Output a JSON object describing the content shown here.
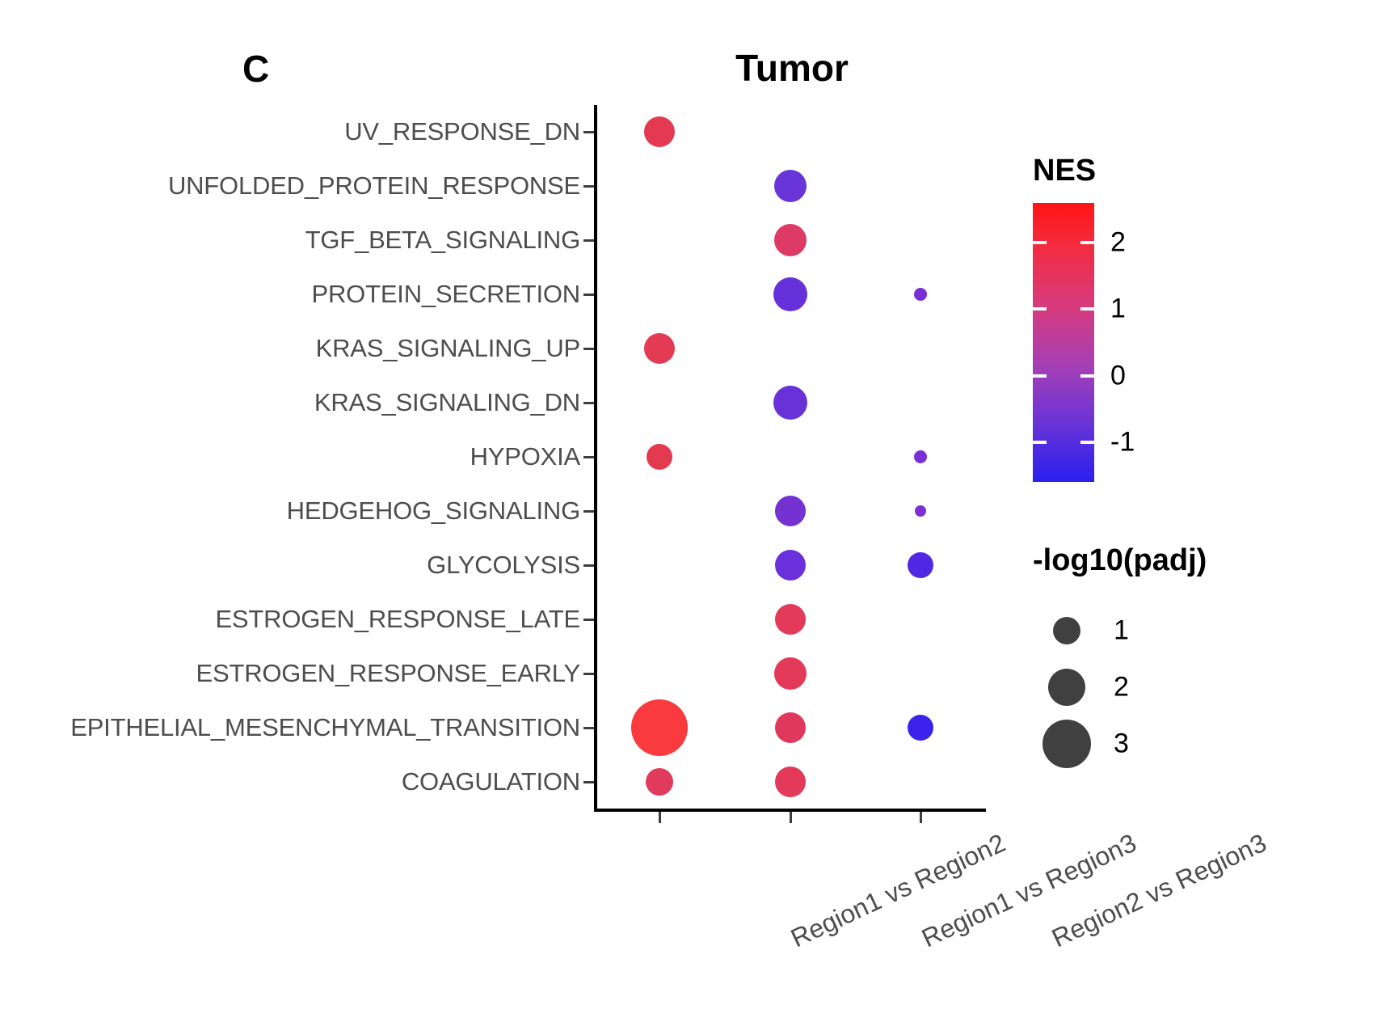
{
  "panel_letter": "C",
  "title": "Tumor",
  "chart_data": {
    "type": "scatter",
    "plot_style": "dot-plot (bubble plot)",
    "title": "Tumor",
    "panel_label": "C",
    "xlabel": "",
    "ylabel": "",
    "grid": false,
    "categories_x": [
      "Region1 vs Region2",
      "Region1 vs Region3",
      "Region2 vs Region3"
    ],
    "categories_y": [
      "UV_RESPONSE_DN",
      "UNFOLDED_PROTEIN_RESPONSE",
      "TGF_BETA_SIGNALING",
      "PROTEIN_SECRETION",
      "KRAS_SIGNALING_UP",
      "KRAS_SIGNALING_DN",
      "HYPOXIA",
      "HEDGEHOG_SIGNALING",
      "GLYCOLYSIS",
      "ESTROGEN_RESPONSE_LATE",
      "ESTROGEN_RESPONSE_EARLY",
      "EPITHELIAL_MESENCHYMAL_TRANSITION",
      "COAGULATION"
    ],
    "color_legend": {
      "name": "NES",
      "title": "NES",
      "ticks": [
        2,
        1,
        0,
        -1
      ],
      "range": [
        -1.6,
        2.6
      ],
      "colormap": [
        "#2a20ee",
        "#6d34d6",
        "#a63fb4",
        "#d93a7a",
        "#f42a3c",
        "#ff1414"
      ],
      "low_color": "#2020ee",
      "high_color": "#ff1414",
      "position": "right"
    },
    "size_legend": {
      "name": "-log10(padj)",
      "title": "-log10(padj)",
      "breaks": [
        1,
        2,
        3
      ],
      "labels": [
        "1",
        "2",
        "3"
      ],
      "dot_color": "#404040",
      "position": "right"
    },
    "points": [
      {
        "x": "Region1 vs Region2",
        "y": "UV_RESPONSE_DN",
        "NES": 1.95,
        "neglog10padj": 1.25,
        "color": "#e33a51",
        "r": 19
      },
      {
        "x": "Region1 vs Region2",
        "y": "KRAS_SIGNALING_UP",
        "NES": 2.0,
        "neglog10padj": 1.3,
        "color": "#e23b53",
        "r": 19
      },
      {
        "x": "Region1 vs Region2",
        "y": "HYPOXIA",
        "NES": 2.0,
        "neglog10padj": 1.05,
        "color": "#e33a50",
        "r": 16
      },
      {
        "x": "Region1 vs Region2",
        "y": "EPITHELIAL_MESENCHYMAL_TRANSITION",
        "NES": 2.45,
        "neglog10padj": 3.0,
        "color": "#f93b3f",
        "r": 35
      },
      {
        "x": "Region1 vs Region2",
        "y": "COAGULATION",
        "NES": 1.85,
        "neglog10padj": 1.15,
        "color": "#e03a5c",
        "r": 17
      },
      {
        "x": "Region1 vs Region3",
        "y": "UNFOLDED_PROTEIN_RESPONSE",
        "NES": -1.05,
        "neglog10padj": 1.35,
        "color": "#6934d8",
        "r": 20
      },
      {
        "x": "Region1 vs Region3",
        "y": "TGF_BETA_SIGNALING",
        "NES": 1.75,
        "neglog10padj": 1.35,
        "color": "#dd3a65",
        "r": 20
      },
      {
        "x": "Region1 vs Region3",
        "y": "PROTEIN_SECRETION",
        "NES": -1.1,
        "neglog10padj": 1.4,
        "color": "#6630da",
        "r": 21
      },
      {
        "x": "Region1 vs Region3",
        "y": "KRAS_SIGNALING_DN",
        "NES": -1.05,
        "neglog10padj": 1.4,
        "color": "#6832d8",
        "r": 21
      },
      {
        "x": "Region1 vs Region3",
        "y": "HEDGEHOG_SIGNALING",
        "NES": -0.85,
        "neglog10padj": 1.3,
        "color": "#7433d0",
        "r": 19
      },
      {
        "x": "Region1 vs Region3",
        "y": "GLYCOLYSIS",
        "NES": -1.05,
        "neglog10padj": 1.25,
        "color": "#6a30dc",
        "r": 19
      },
      {
        "x": "Region1 vs Region3",
        "y": "ESTROGEN_RESPONSE_LATE",
        "NES": 1.8,
        "neglog10padj": 1.25,
        "color": "#e23a58",
        "r": 19
      },
      {
        "x": "Region1 vs Region3",
        "y": "ESTROGEN_RESPONSE_EARLY",
        "NES": 1.8,
        "neglog10padj": 1.35,
        "color": "#e23a58",
        "r": 20
      },
      {
        "x": "Region1 vs Region3",
        "y": "EPITHELIAL_MESENCHYMAL_TRANSITION",
        "NES": 1.8,
        "neglog10padj": 1.25,
        "color": "#e0385c",
        "r": 19
      },
      {
        "x": "Region1 vs Region3",
        "y": "COAGULATION",
        "NES": 1.8,
        "neglog10padj": 1.25,
        "color": "#e23a58",
        "r": 19
      },
      {
        "x": "Region2 vs Region3",
        "y": "PROTEIN_SECRETION",
        "NES": -0.75,
        "neglog10padj": 0.35,
        "color": "#7a2fd6",
        "r": 8
      },
      {
        "x": "Region2 vs Region3",
        "y": "HYPOXIA",
        "NES": -0.75,
        "neglog10padj": 0.35,
        "color": "#7a2fd6",
        "r": 8
      },
      {
        "x": "Region2 vs Region3",
        "y": "HEDGEHOG_SIGNALING",
        "NES": -0.8,
        "neglog10padj": 0.3,
        "color": "#7d2ed4",
        "r": 7
      },
      {
        "x": "Region2 vs Region3",
        "y": "GLYCOLYSIS",
        "NES": -1.25,
        "neglog10padj": 1.05,
        "color": "#5227e4",
        "r": 16
      },
      {
        "x": "Region2 vs Region3",
        "y": "EPITHELIAL_MESENCHYMAL_TRANSITION",
        "NES": -1.45,
        "neglog10padj": 1.05,
        "color": "#3b22ec",
        "r": 16
      }
    ]
  }
}
